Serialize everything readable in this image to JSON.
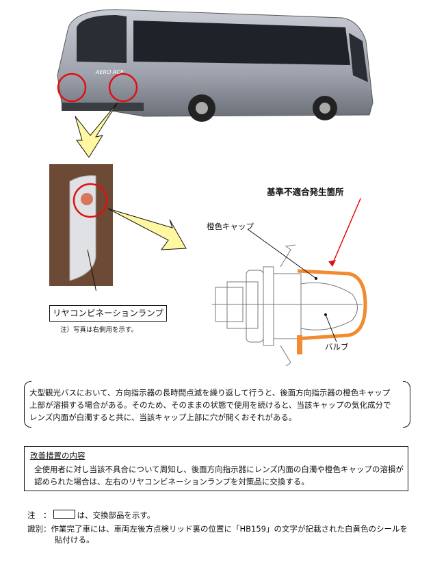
{
  "figure": {
    "bus_badge": "AERO ACE",
    "lamp_label": "リヤコンビネーションランプ",
    "photo_note": "注）写真は右側用を示す。",
    "diagram_title": "基準不適合発生箇所",
    "cap_label": "橙色キャップ",
    "bulb_label": "バルブ",
    "colors": {
      "highlight": "#f28a2e",
      "marker": "#e01010",
      "arrow": "#fff8a0"
    }
  },
  "defect": {
    "lines": [
      "大型観光バスにおいて、方向指示器の長時間点滅を繰り返して行うと、後面方向指示器の橙色キャップ",
      "上部が溶損する場合がある。そのため、そのままの状態で使用を続けると、当該キャップの気化成分で",
      "レンズ内面が白濁すると共に、当該キャップ上部に穴が開くおそれがある。"
    ]
  },
  "measures": {
    "heading": "改善措置の内容",
    "lines": [
      "全使用者に対し当該不具合について周知し、後面方向指示器にレンズ内面の白濁や橙色キャップの溶損が",
      "認められた場合は、左右のリヤコンビネーションランプを対策品に交換する。"
    ]
  },
  "notes": {
    "note_label": "注　：",
    "note_text": "は、交換部品を示す。",
    "id_label": "識別：",
    "id_line1": "作業完了車には、車両左後方点検リッド裏の位置に「HB159」の文字が記載された白黄色のシールを",
    "id_line2": "貼付ける。"
  }
}
